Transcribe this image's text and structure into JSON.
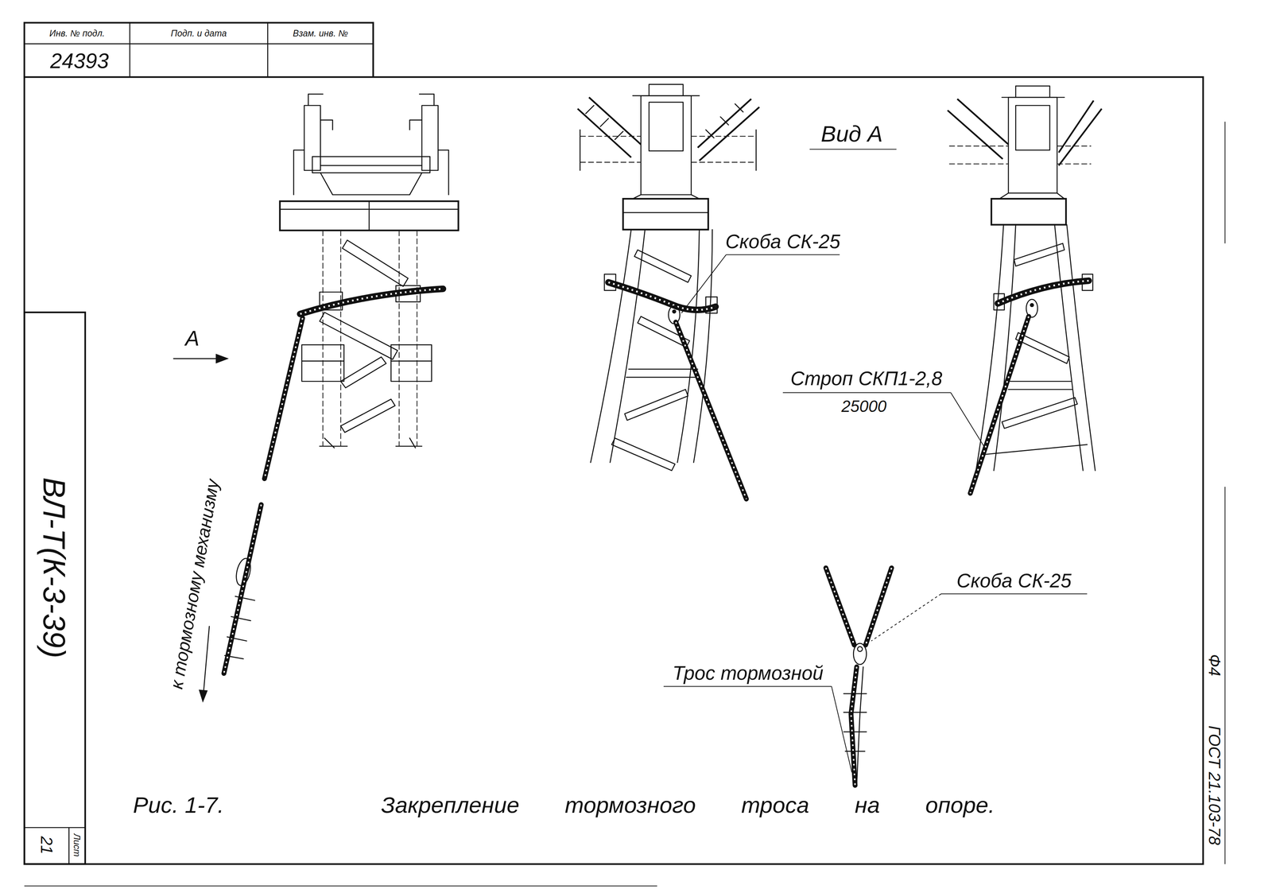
{
  "diagram": {
    "caption": "Закрепление тормозного троса на опоре.",
    "labels": [
      "Инв. № подл.",
      "Подп. и дата",
      "Взам. инв. №",
      "24393",
      "ВЛ-Т(К-3-39)",
      "Лист",
      "21",
      "А",
      "к тормозному механизму",
      "Вид А",
      "Скоба СК-25",
      "Строп СКП1-2,8",
      "25000",
      "Скоба СК-25",
      "Трос тормозной",
      "Рис. 1-7.",
      "Ф4",
      "ГОСТ 21.103-78"
    ]
  }
}
